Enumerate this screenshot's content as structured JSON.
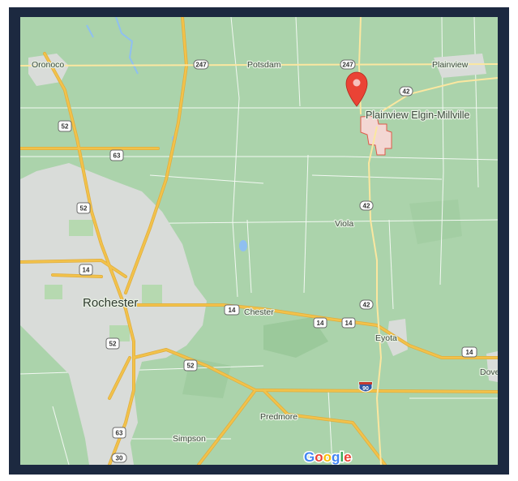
{
  "map": {
    "places": {
      "oronoco": "Oronoco",
      "potsdam": "Potsdam",
      "plainview_town": "Plainview",
      "plainview_elgin_millville": "Plainview Elgin-Millville",
      "viola": "Viola",
      "rochester": "Rochester",
      "chester": "Chester",
      "eyota": "Eyota",
      "dover": "Dove",
      "predmore": "Predmore",
      "simpson": "Simpson"
    },
    "shields": {
      "s247a": "247",
      "s247b": "247",
      "s42a": "42",
      "s42b": "42",
      "s42c": "42",
      "us52a": "52",
      "us52b": "52",
      "us52c": "52",
      "us52d": "52",
      "us63a": "63",
      "us63b": "63",
      "us14a": "14",
      "us14b": "14",
      "us14c": "14",
      "us14d": "14",
      "us14e": "14",
      "i90": "90",
      "s30": "30"
    },
    "attribution": {
      "G": "G",
      "o1": "o",
      "o2": "o",
      "g": "g",
      "l": "l",
      "e": "e"
    },
    "colors": {
      "land": "#abd3ab",
      "urban": "#d9dcd9",
      "highway": "#f2c24b",
      "marker": "#ea4335",
      "frame": "#1c2940"
    },
    "marker_icon": "map-pin-icon"
  }
}
